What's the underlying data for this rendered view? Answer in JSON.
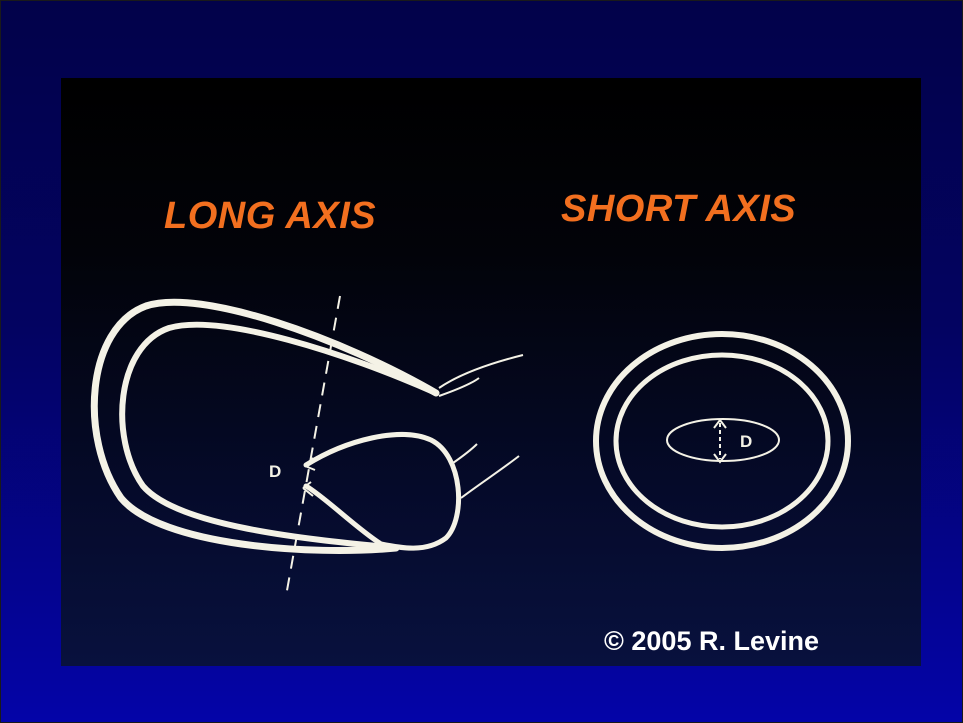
{
  "slide": {
    "left_view_title": "LONG AXIS",
    "right_view_title": "SHORT AXIS",
    "left_dimension_label": "D",
    "right_dimension_label": "D",
    "copyright": "© 2005 R. Levine"
  },
  "colors": {
    "frame_blue": "#0404a8",
    "title_orange": "#f26f1f",
    "drawing_white": "#f4f2e6"
  }
}
